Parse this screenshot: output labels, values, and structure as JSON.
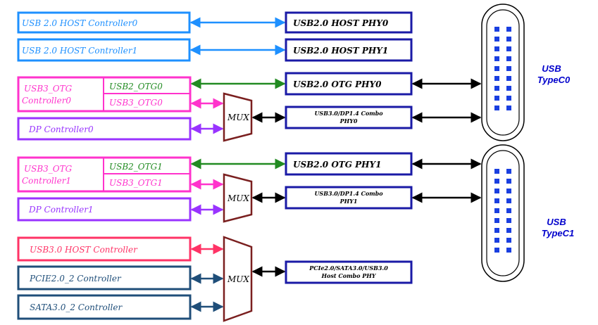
{
  "controllers": {
    "usb2_host0": "USB 2.0 HOST Controller0",
    "usb2_host1": "USB 2.0 HOST Controller1",
    "usb3_otg0_l1": "USB3_OTG",
    "usb3_otg0_l2": "Controller0",
    "usb2_otg0": "USB2_OTG0",
    "usb3_otg0": "USB3_OTG0",
    "dp0": "DP Controller0",
    "usb3_otg1_l1": "USB3_OTG",
    "usb3_otg1_l2": "Controller1",
    "usb2_otg1": "USB2_OTG1",
    "usb3_otg1": "USB3_OTG1",
    "dp1": "DP Controller1",
    "usb3_host": "USB3.0 HOST Controller",
    "pcie": "PCIE2.0_2 Controller",
    "sata": "SATA3.0_2 Controller"
  },
  "mux": [
    "MUX",
    "MUX",
    "MUX"
  ],
  "phys": {
    "usb2_host_phy0": "USB2.0 HOST PHY0",
    "usb2_host_phy1": "USB2.0 HOST PHY1",
    "usb2_otg_phy0": "USB2.0 OTG PHY0",
    "combo0_l1": "USB3.0/DP1.4 Combo",
    "combo0_l2": "PHY0",
    "usb2_otg_phy1": "USB2.0 OTG PHY1",
    "combo1_l1": "USB3.0/DP1.4 Combo",
    "combo1_l2": "PHY1",
    "pcie_combo_l1": "PCIe2.0/SATA3.0/USB3.0",
    "pcie_combo_l2": "Host  Combo PHY"
  },
  "connectors": {
    "typec0_l1": "USB",
    "typec0_l2": "TypeC0",
    "typec1_l1": "USB",
    "typec1_l2": "TypeC1"
  },
  "colors": {
    "usb_host_blue": "#1e90ff",
    "usb3_pink": "#ff33cc",
    "otg_green": "#228b22",
    "dp_purple": "#9933ff",
    "phy_navy": "#1a1aa6",
    "mux_maroon": "#7a1f1f",
    "usb3_host_red": "#ff3366",
    "pcie_teal": "#1f4e79",
    "connector_dots": "#1a3fe0",
    "typec_text": "#0000cc"
  }
}
